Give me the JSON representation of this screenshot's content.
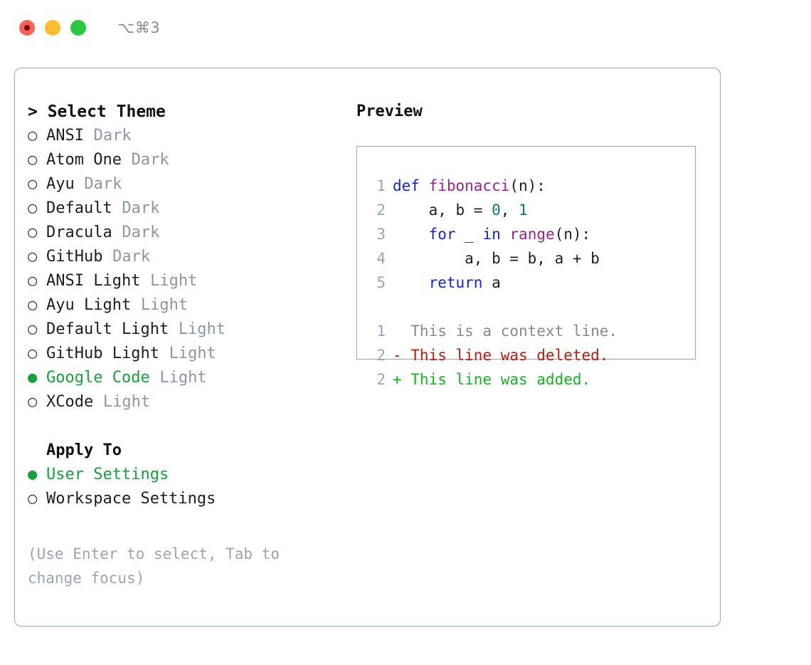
{
  "titlebar": {
    "shortcut": "⌥⌘3",
    "lights": [
      {
        "name": "close",
        "color": "#ff5f57"
      },
      {
        "name": "minimize",
        "color": "#ffbd2e"
      },
      {
        "name": "maximize",
        "color": "#28c840"
      }
    ]
  },
  "theme_picker": {
    "title": "> Select Theme",
    "selected_bullet": "●",
    "unselected_bullet": "○",
    "accent_color": "#12a438",
    "kind_color": "#8b97a8",
    "items": [
      {
        "label": "ANSI",
        "kind": "Dark",
        "selected": false
      },
      {
        "label": "Atom One",
        "kind": "Dark",
        "selected": false
      },
      {
        "label": "Ayu",
        "kind": "Dark",
        "selected": false
      },
      {
        "label": "Default",
        "kind": "Dark",
        "selected": false
      },
      {
        "label": "Dracula",
        "kind": "Dark",
        "selected": false
      },
      {
        "label": "GitHub",
        "kind": "Dark",
        "selected": false
      },
      {
        "label": "ANSI Light",
        "kind": "Light",
        "selected": false
      },
      {
        "label": "Ayu Light",
        "kind": "Light",
        "selected": false
      },
      {
        "label": "Default Light",
        "kind": "Light",
        "selected": false
      },
      {
        "label": "GitHub Light",
        "kind": "Light",
        "selected": false
      },
      {
        "label": "Google Code",
        "kind": "Light",
        "selected": true
      },
      {
        "label": "XCode",
        "kind": "Light",
        "selected": false
      }
    ]
  },
  "apply_to": {
    "title": "Apply To",
    "items": [
      {
        "label": "User Settings",
        "selected": true
      },
      {
        "label": "Workspace Settings",
        "selected": false
      }
    ]
  },
  "hint": "(Use Enter to select, Tab to change focus)",
  "preview": {
    "title": "Preview",
    "code_lines": [
      {
        "num": "1",
        "tokens": [
          {
            "t": "def ",
            "c": "tk-kw"
          },
          {
            "t": "fibonacci",
            "c": "tk-fn"
          },
          {
            "t": "(n):",
            "c": "tk-pl"
          }
        ]
      },
      {
        "num": "2",
        "tokens": [
          {
            "t": "    a, b = ",
            "c": "tk-pl"
          },
          {
            "t": "0",
            "c": "tk-num"
          },
          {
            "t": ", ",
            "c": "tk-pl"
          },
          {
            "t": "1",
            "c": "tk-num"
          }
        ]
      },
      {
        "num": "3",
        "tokens": [
          {
            "t": "    ",
            "c": "tk-pl"
          },
          {
            "t": "for",
            "c": "tk-kw"
          },
          {
            "t": " _ ",
            "c": "tk-pl"
          },
          {
            "t": "in",
            "c": "tk-kw"
          },
          {
            "t": " ",
            "c": "tk-pl"
          },
          {
            "t": "range",
            "c": "tk-fn"
          },
          {
            "t": "(n):",
            "c": "tk-pl"
          }
        ]
      },
      {
        "num": "4",
        "tokens": [
          {
            "t": "        a, b = b, a + b",
            "c": "tk-pl"
          }
        ]
      },
      {
        "num": "5",
        "tokens": [
          {
            "t": "    ",
            "c": "tk-pl"
          },
          {
            "t": "return",
            "c": "tk-kw"
          },
          {
            "t": " a",
            "c": "tk-pl"
          }
        ]
      }
    ],
    "diff_lines": [
      {
        "num": "1",
        "tokens": [
          {
            "t": "  This is a context line.",
            "c": "tk-ctx"
          }
        ]
      },
      {
        "num": "2",
        "tokens": [
          {
            "t": "- This line was deleted.",
            "c": "tk-del"
          }
        ]
      },
      {
        "num": "2",
        "tokens": [
          {
            "t": "+ This line was added.",
            "c": "tk-add"
          }
        ]
      }
    ]
  }
}
